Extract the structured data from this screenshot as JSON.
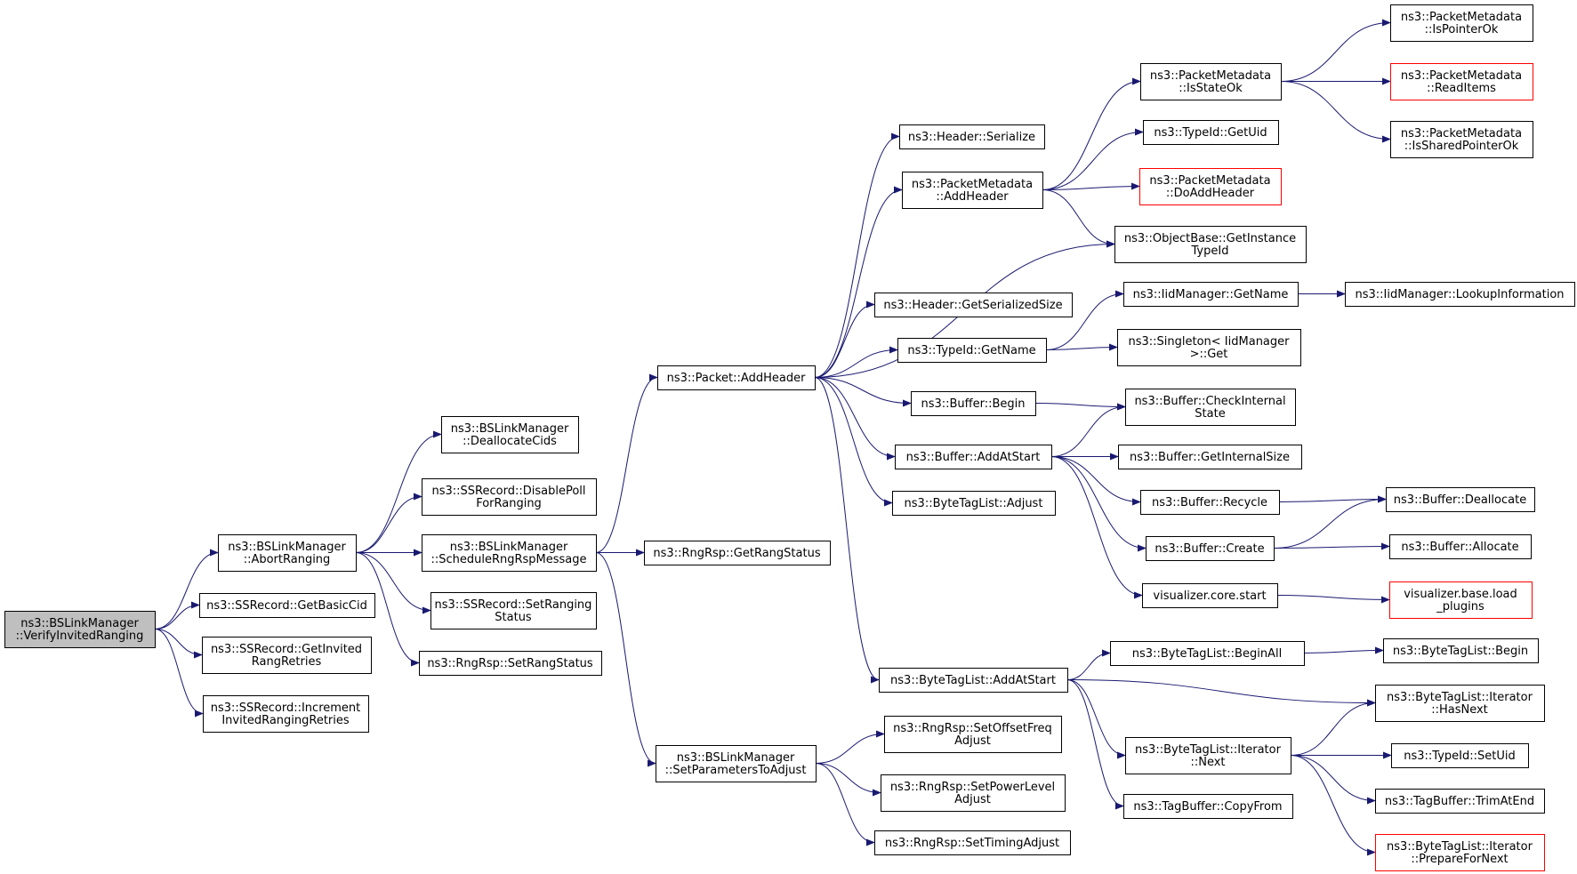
{
  "nodes": [
    {
      "id": "root",
      "lines": [
        "ns3::BSLinkManager",
        "::VerifyInvitedRanging"
      ],
      "style": "root"
    },
    {
      "id": "abort",
      "lines": [
        "ns3::BSLinkManager",
        "::AbortRanging"
      ]
    },
    {
      "id": "getbasiccid",
      "lines": [
        "ns3::SSRecord::GetBasicCid"
      ]
    },
    {
      "id": "getinvited",
      "lines": [
        "ns3::SSRecord::GetInvited",
        "RangRetries"
      ]
    },
    {
      "id": "increment",
      "lines": [
        "ns3::SSRecord::Increment",
        "InvitedRangingRetries"
      ]
    },
    {
      "id": "dealloccids",
      "lines": [
        "ns3::BSLinkManager",
        "::DeallocateCids"
      ]
    },
    {
      "id": "disablepoll",
      "lines": [
        "ns3::SSRecord::DisablePoll",
        "ForRanging"
      ]
    },
    {
      "id": "schedule",
      "lines": [
        "ns3::BSLinkManager",
        "::ScheduleRngRspMessage"
      ]
    },
    {
      "id": "setrangingstatus",
      "lines": [
        "ns3::SSRecord::SetRanging",
        "Status"
      ]
    },
    {
      "id": "setrangstatus",
      "lines": [
        "ns3::RngRsp::SetRangStatus"
      ]
    },
    {
      "id": "getrangstatus",
      "lines": [
        "ns3::RngRsp::GetRangStatus"
      ]
    },
    {
      "id": "addheader",
      "lines": [
        "ns3::Packet::AddHeader"
      ]
    },
    {
      "id": "setparams",
      "lines": [
        "ns3::BSLinkManager",
        "::SetParametersToAdjust"
      ]
    },
    {
      "id": "hdrserialize",
      "lines": [
        "ns3::Header::Serialize"
      ]
    },
    {
      "id": "pmaddheader",
      "lines": [
        "ns3::PacketMetadata",
        "::AddHeader"
      ]
    },
    {
      "id": "hdrsersize",
      "lines": [
        "ns3::Header::GetSerializedSize"
      ]
    },
    {
      "id": "typeidgetname",
      "lines": [
        "ns3::TypeId::GetName"
      ]
    },
    {
      "id": "bufbegin",
      "lines": [
        "ns3::Buffer::Begin"
      ]
    },
    {
      "id": "bufaddatstart",
      "lines": [
        "ns3::Buffer::AddAtStart"
      ]
    },
    {
      "id": "btladjust",
      "lines": [
        "ns3::ByteTagList::Adjust"
      ]
    },
    {
      "id": "btladdatstart",
      "lines": [
        "ns3::ByteTagList::AddAtStart"
      ]
    },
    {
      "id": "setoffset",
      "lines": [
        "ns3::RngRsp::SetOffsetFreq",
        "Adjust"
      ]
    },
    {
      "id": "setpower",
      "lines": [
        "ns3::RngRsp::SetPowerLevel",
        "Adjust"
      ]
    },
    {
      "id": "settiming",
      "lines": [
        "ns3::RngRsp::SetTimingAdjust"
      ]
    },
    {
      "id": "isstateok",
      "lines": [
        "ns3::PacketMetadata",
        "::IsStateOk"
      ]
    },
    {
      "id": "typeidgetuid",
      "lines": [
        "ns3::TypeId::GetUid"
      ]
    },
    {
      "id": "doaddheader",
      "lines": [
        "ns3::PacketMetadata",
        "::DoAddHeader"
      ],
      "style": "red"
    },
    {
      "id": "getinstance",
      "lines": [
        "ns3::ObjectBase::GetInstance",
        "TypeId"
      ]
    },
    {
      "id": "iidgetname",
      "lines": [
        "ns3::IidManager::GetName"
      ]
    },
    {
      "id": "singleton",
      "lines": [
        "ns3::Singleton< IidManager",
        ">::Get"
      ]
    },
    {
      "id": "checkinternal",
      "lines": [
        "ns3::Buffer::CheckInternal",
        "State"
      ]
    },
    {
      "id": "getinternalsize",
      "lines": [
        "ns3::Buffer::GetInternalSize"
      ]
    },
    {
      "id": "recycle",
      "lines": [
        "ns3::Buffer::Recycle"
      ]
    },
    {
      "id": "create",
      "lines": [
        "ns3::Buffer::Create"
      ]
    },
    {
      "id": "vizstart",
      "lines": [
        "visualizer.core.start"
      ]
    },
    {
      "id": "beginall",
      "lines": [
        "ns3::ByteTagList::BeginAll"
      ]
    },
    {
      "id": "itnext",
      "lines": [
        "ns3::ByteTagList::Iterator",
        "::Next"
      ]
    },
    {
      "id": "copyfrom",
      "lines": [
        "ns3::TagBuffer::CopyFrom"
      ]
    },
    {
      "id": "ispointerok",
      "lines": [
        "ns3::PacketMetadata",
        "::IsPointerOk"
      ]
    },
    {
      "id": "readitems",
      "lines": [
        "ns3::PacketMetadata",
        "::ReadItems"
      ],
      "style": "red"
    },
    {
      "id": "issharedok",
      "lines": [
        "ns3::PacketMetadata",
        "::IsSharedPointerOk"
      ]
    },
    {
      "id": "lookupinfo",
      "lines": [
        "ns3::IidManager::LookupInformation"
      ]
    },
    {
      "id": "deallocate",
      "lines": [
        "ns3::Buffer::Deallocate"
      ]
    },
    {
      "id": "allocate",
      "lines": [
        "ns3::Buffer::Allocate"
      ]
    },
    {
      "id": "loadplugins",
      "lines": [
        "visualizer.base.load",
        "_plugins"
      ],
      "style": "red"
    },
    {
      "id": "btlbegin",
      "lines": [
        "ns3::ByteTagList::Begin"
      ]
    },
    {
      "id": "hasnext",
      "lines": [
        "ns3::ByteTagList::Iterator",
        "::HasNext"
      ]
    },
    {
      "id": "setuid",
      "lines": [
        "ns3::TypeId::SetUid"
      ]
    },
    {
      "id": "trimatend",
      "lines": [
        "ns3::TagBuffer::TrimAtEnd"
      ]
    },
    {
      "id": "preparefornext",
      "lines": [
        "ns3::ByteTagList::Iterator",
        "::PrepareForNext"
      ],
      "style": "red"
    }
  ],
  "edges": [
    [
      "root",
      "abort"
    ],
    [
      "root",
      "getbasiccid"
    ],
    [
      "root",
      "getinvited"
    ],
    [
      "root",
      "increment"
    ],
    [
      "abort",
      "dealloccids"
    ],
    [
      "abort",
      "disablepoll"
    ],
    [
      "abort",
      "schedule"
    ],
    [
      "abort",
      "setrangingstatus"
    ],
    [
      "abort",
      "setrangstatus"
    ],
    [
      "schedule",
      "addheader"
    ],
    [
      "schedule",
      "getrangstatus"
    ],
    [
      "schedule",
      "setparams"
    ],
    [
      "addheader",
      "hdrserialize"
    ],
    [
      "addheader",
      "pmaddheader"
    ],
    [
      "addheader",
      "getinstance"
    ],
    [
      "addheader",
      "hdrsersize"
    ],
    [
      "addheader",
      "typeidgetname"
    ],
    [
      "addheader",
      "bufbegin"
    ],
    [
      "addheader",
      "bufaddatstart"
    ],
    [
      "addheader",
      "btladjust"
    ],
    [
      "addheader",
      "btladdatstart"
    ],
    [
      "setparams",
      "setoffset"
    ],
    [
      "setparams",
      "setpower"
    ],
    [
      "setparams",
      "settiming"
    ],
    [
      "pmaddheader",
      "isstateok"
    ],
    [
      "pmaddheader",
      "typeidgetuid"
    ],
    [
      "pmaddheader",
      "doaddheader"
    ],
    [
      "pmaddheader",
      "getinstance"
    ],
    [
      "isstateok",
      "ispointerok"
    ],
    [
      "isstateok",
      "readitems"
    ],
    [
      "isstateok",
      "issharedok"
    ],
    [
      "typeidgetname",
      "iidgetname"
    ],
    [
      "typeidgetname",
      "singleton"
    ],
    [
      "iidgetname",
      "lookupinfo"
    ],
    [
      "bufbegin",
      "checkinternal"
    ],
    [
      "bufaddatstart",
      "checkinternal"
    ],
    [
      "bufaddatstart",
      "getinternalsize"
    ],
    [
      "bufaddatstart",
      "recycle"
    ],
    [
      "bufaddatstart",
      "create"
    ],
    [
      "bufaddatstart",
      "vizstart"
    ],
    [
      "recycle",
      "deallocate"
    ],
    [
      "create",
      "deallocate"
    ],
    [
      "create",
      "allocate"
    ],
    [
      "vizstart",
      "loadplugins"
    ],
    [
      "btladdatstart",
      "beginall"
    ],
    [
      "btladdatstart",
      "hasnext"
    ],
    [
      "btladdatstart",
      "itnext"
    ],
    [
      "btladdatstart",
      "copyfrom"
    ],
    [
      "beginall",
      "btlbegin"
    ],
    [
      "itnext",
      "hasnext"
    ],
    [
      "itnext",
      "setuid"
    ],
    [
      "itnext",
      "trimatend"
    ],
    [
      "itnext",
      "preparefornext"
    ]
  ]
}
